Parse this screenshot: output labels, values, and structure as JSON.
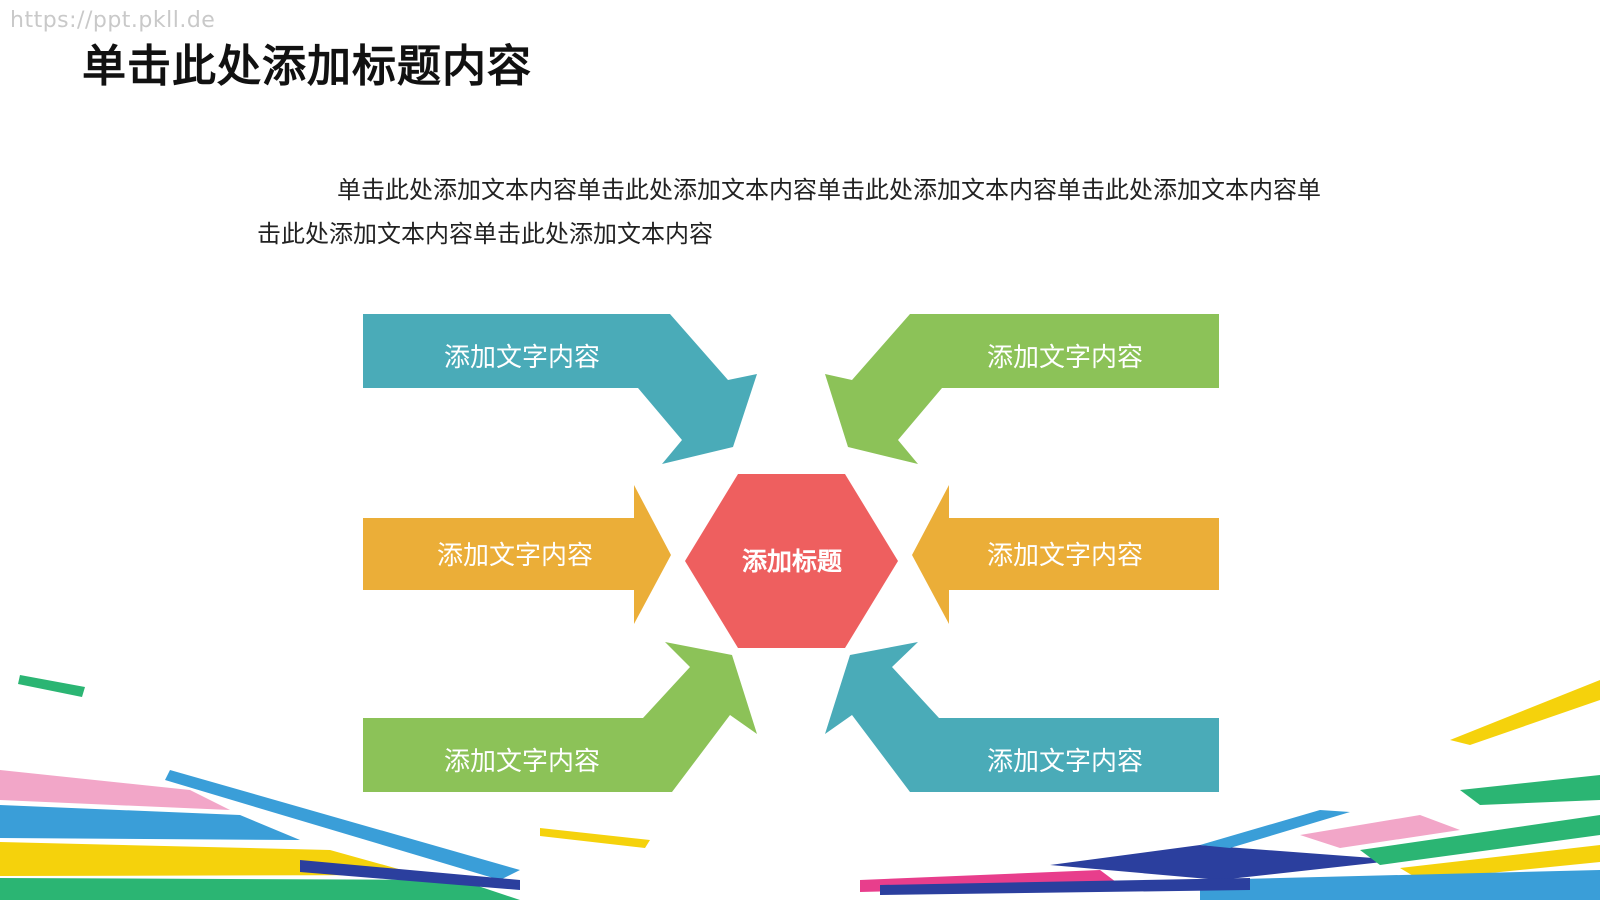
{
  "watermark": "https://ppt.pkll.de",
  "title": "单击此处添加标题内容",
  "body_text": "单击此处添加文本内容单击此处添加文本内容单击此处添加文本内容单击此处添加文本内容单击此处添加文本内容单击此处添加文本内容",
  "diagram": {
    "center": {
      "label": "添加标题",
      "color": "#ee5f5f"
    },
    "items": [
      {
        "label": "添加文字内容",
        "color": "#4aabb8"
      },
      {
        "label": "添加文字内容",
        "color": "#8cc258"
      },
      {
        "label": "添加文字内容",
        "color": "#ebae38"
      },
      {
        "label": "添加文字内容",
        "color": "#ebae38"
      },
      {
        "label": "添加文字内容",
        "color": "#8cc258"
      },
      {
        "label": "添加文字内容",
        "color": "#4aabb8"
      }
    ]
  },
  "decor_colors": [
    "#3a9ed8",
    "#f2a6c8",
    "#f5d20c",
    "#2bb573",
    "#2b3f9e",
    "#e83e8c"
  ]
}
